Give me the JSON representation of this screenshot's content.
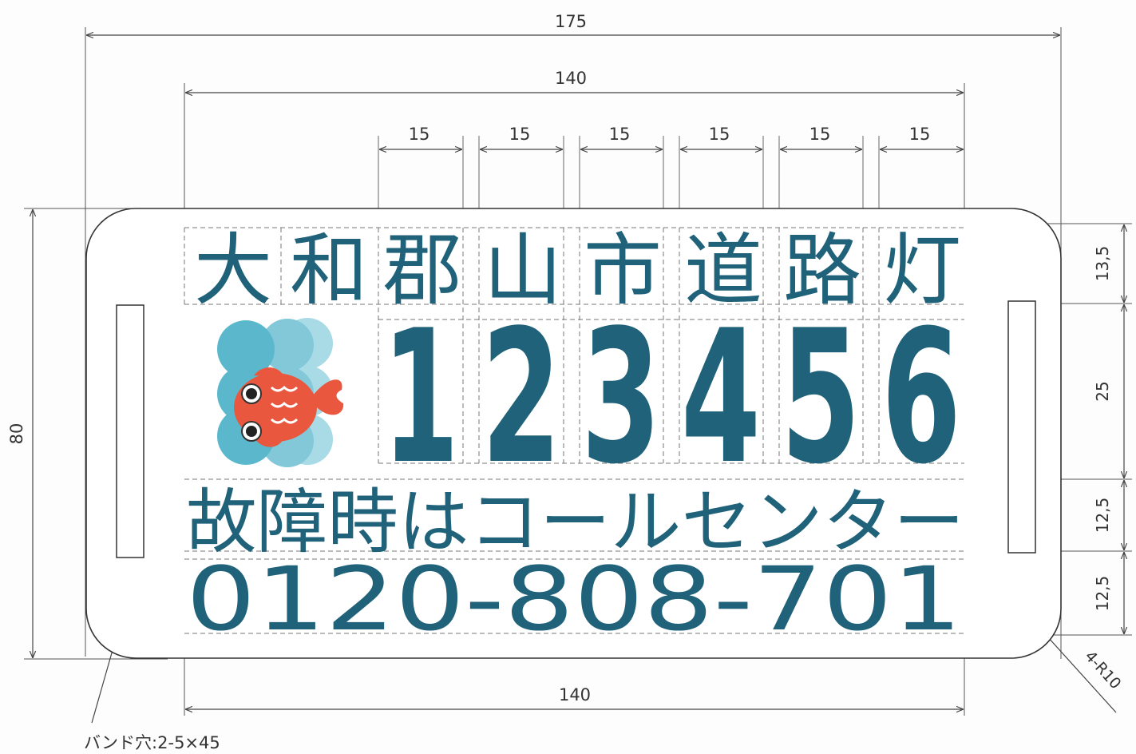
{
  "dimensions": {
    "overall_width": "175",
    "text_width_top": "140",
    "cells": [
      "15",
      "15",
      "15",
      "15",
      "15",
      "15"
    ],
    "text_width_bottom": "140",
    "height": "80",
    "row_heights": [
      "13,5",
      "25",
      "12,5",
      "12,5"
    ],
    "corner_radius": "4-R10",
    "band_hole": "バンド穴:2-5×45"
  },
  "plate": {
    "line1_chars": [
      "大",
      "和",
      "郡",
      "山",
      "市",
      "道",
      "路",
      "灯"
    ],
    "number_digits": [
      "1",
      "2",
      "3",
      "4",
      "5",
      "6"
    ],
    "line3": "故障時はコールセンター",
    "line4": "0120-808-701"
  },
  "colors": {
    "text": "#1f6279",
    "bubble": "#5bb8cc",
    "bubble_light": "#8fd0de",
    "fish": "#e8573e",
    "dim_line": "#444444",
    "guide": "#888888"
  }
}
